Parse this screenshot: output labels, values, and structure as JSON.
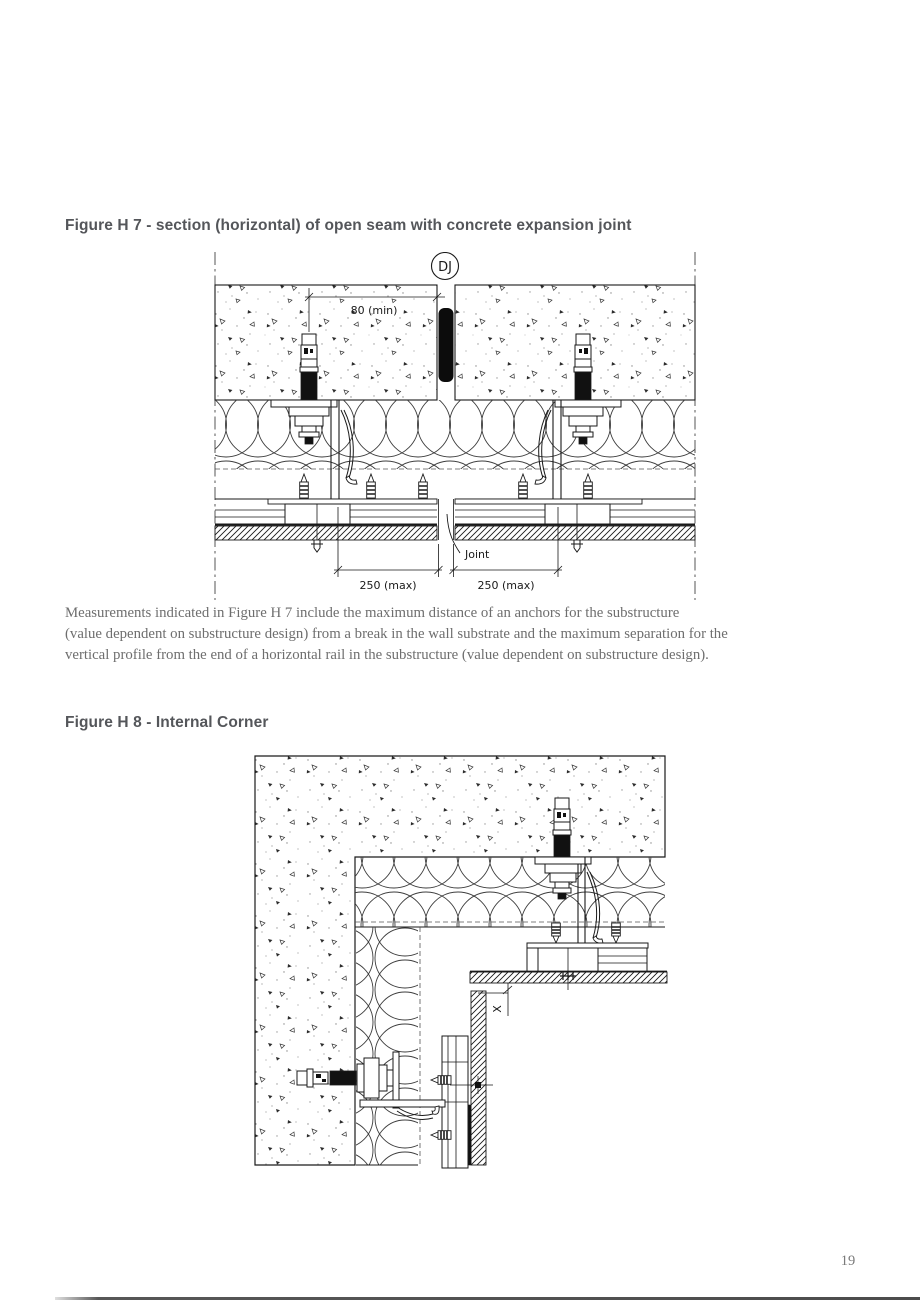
{
  "figure_h7": {
    "title": "Figure H 7 - section (horizontal) of open seam with concrete expansion joint",
    "labels": {
      "dj_tag": "DJ",
      "dim_80": "80 (min)",
      "joint": "Joint",
      "dim_250_left": "250 (max)",
      "dim_250_right": "250 (max)"
    }
  },
  "paragraph": {
    "lines": [
      "Measurements indicated in Figure H 7 include the maximum distance of an anchors for the substructure",
      "(value dependent on substructure design) from a break in the wall substrate and the maximum separation for the",
      "vertical profile from the end of a horizontal rail in the substructure (value dependent on substructure design)."
    ]
  },
  "figure_h8": {
    "title": "Figure H 8 - Internal Corner",
    "labels": {
      "dim_x": "X"
    }
  },
  "page": {
    "number": "19"
  },
  "colors": {
    "heading": "#54565a",
    "body_text": "#6e6e6e",
    "line_work": "#1a1a1a",
    "page_background": "#ffffff"
  }
}
